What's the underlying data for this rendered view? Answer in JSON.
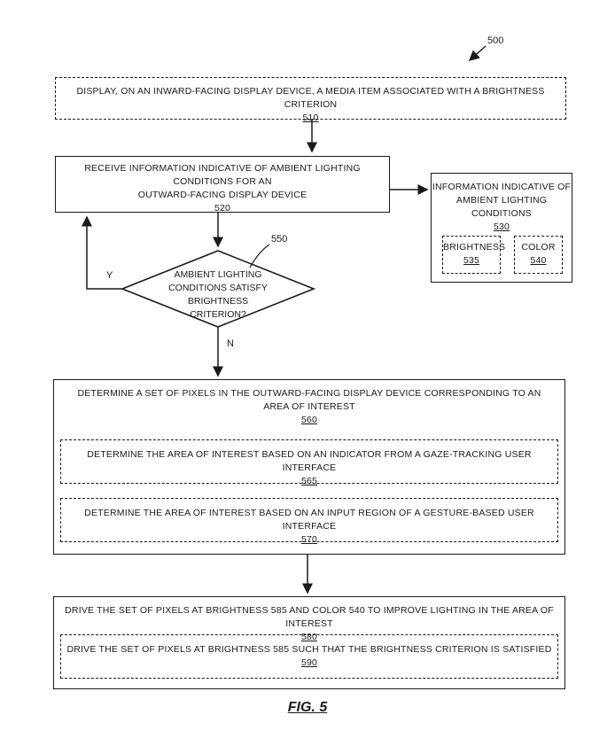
{
  "figure": {
    "ref": "500",
    "caption": "FIG. 5"
  },
  "steps": {
    "s510": {
      "text": "DISPLAY, ON AN INWARD-FACING DISPLAY DEVICE, A MEDIA ITEM ASSOCIATED WITH A BRIGHTNESS CRITERION",
      "num": "510"
    },
    "s520": {
      "line1": "RECEIVE INFORMATION INDICATIVE OF AMBIENT LIGHTING CONDITIONS FOR AN",
      "line2": "OUTWARD-FACING DISPLAY DEVICE",
      "num": "520"
    },
    "s530": {
      "line1": "INFORMATION INDICATIVE OF",
      "line2": "AMBIENT LIGHTING CONDITIONS",
      "num": "530"
    },
    "s535": {
      "text": "BRIGHTNESS",
      "num": "535"
    },
    "s540": {
      "text": "COLOR",
      "num": "540"
    },
    "s550": {
      "line1": "AMBIENT LIGHTING",
      "line2": "CONDITIONS SATISFY BRIGHTNESS",
      "line3": "CRITERION?",
      "num": "550"
    },
    "s560": {
      "line1": "DETERMINE A SET OF PIXELS IN THE OUTWARD-FACING DISPLAY DEVICE CORRESPONDING TO AN",
      "line2": "AREA OF INTEREST",
      "num": "560"
    },
    "s565": {
      "text": "DETERMINE THE AREA OF INTEREST BASED ON AN INDICATOR FROM A GAZE-TRACKING USER INTERFACE",
      "num": "565"
    },
    "s570": {
      "text": "DETERMINE THE AREA OF INTEREST BASED ON AN INPUT REGION OF A GESTURE-BASED USER INTERFACE",
      "num": "570"
    },
    "s580": {
      "text": "DRIVE THE SET OF PIXELS AT BRIGHTNESS 585 AND COLOR 540 TO IMPROVE LIGHTING IN THE AREA OF INTEREST",
      "num": "580"
    },
    "s590": {
      "text": "DRIVE THE SET OF PIXELS AT BRIGHTNESS 585 SUCH THAT THE BRIGHTNESS CRITERION IS SATISFIED",
      "num": "590"
    }
  },
  "branches": {
    "yes": "Y",
    "no": "N"
  }
}
